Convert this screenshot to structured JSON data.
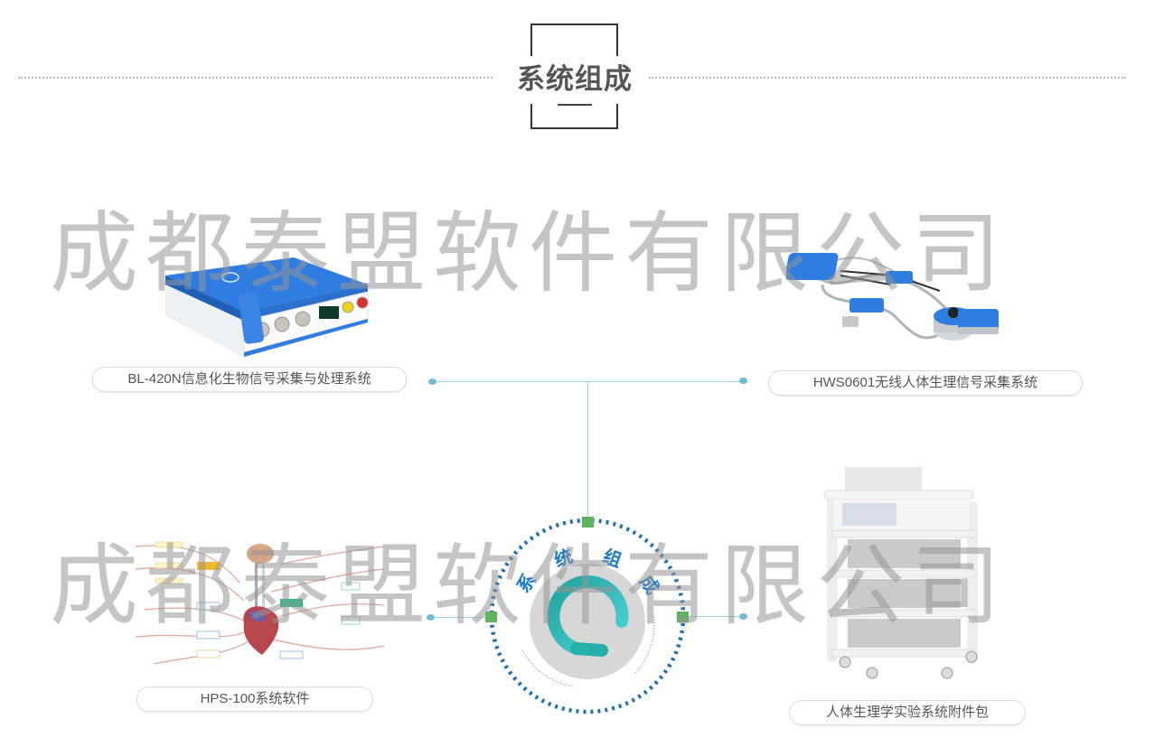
{
  "header": {
    "title": "系统组成"
  },
  "watermark": {
    "text": "成都泰盟软件有限公司"
  },
  "components": [
    {
      "id": "bl420n",
      "label": "BL-420N信息化生物信号采集与处理系统",
      "icon": "data-acquisition-device-icon"
    },
    {
      "id": "hws0601",
      "label": "HWS0601无线人体生理信号采集系统",
      "icon": "wireless-sensor-kit-icon"
    },
    {
      "id": "hps100",
      "label": "HPS-100系统软件",
      "icon": "physiology-software-diagram-icon"
    },
    {
      "id": "accessories",
      "label": "人体生理学实验系统附件包",
      "icon": "accessory-cart-icon"
    }
  ],
  "hub": {
    "chars": [
      "系",
      "统",
      "组",
      "成"
    ],
    "colors": {
      "dots": "#1f6fb5",
      "ring_text": "#1a7ad0",
      "ring_inner_start": "#1fa3a0",
      "ring_inner_end": "#4fd6d6",
      "disc": "#d7d7d7",
      "tab": "#5fb35a"
    }
  },
  "colors": {
    "connector": "#9fd0de",
    "connector_dot": "#6fbcd8",
    "label_text": "#555555",
    "device_blue": "#2f7de0"
  }
}
